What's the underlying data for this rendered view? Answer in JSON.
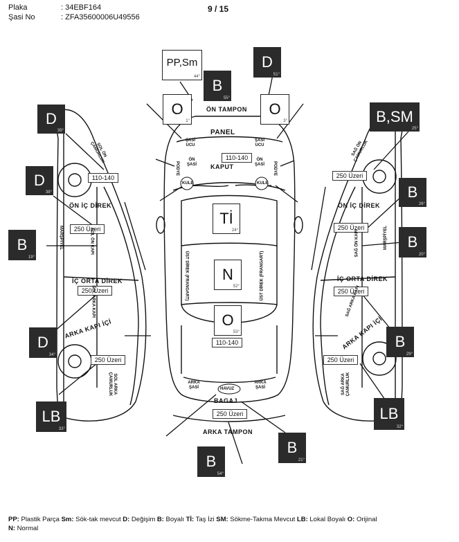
{
  "header": {
    "plate_label": "Plaka",
    "plate_value": ": 34EBF164",
    "chassis_label": "Şasi No",
    "chassis_value": ": ZFA35600006U49556",
    "page": "9 / 15"
  },
  "boxes": {
    "pp_sm": {
      "code": "PP,Sm",
      "deg": "44°"
    },
    "top_d": {
      "code": "D",
      "deg": "51°"
    },
    "top_b": {
      "code": "B",
      "deg": "55°"
    },
    "front_o_left": {
      "code": "O",
      "deg": "1°"
    },
    "front_o_right": {
      "code": "O",
      "deg": "3°"
    },
    "left_d_top": {
      "code": "D",
      "deg": "39°"
    },
    "left_d_wheel": {
      "code": "D",
      "deg": "38°"
    },
    "left_b": {
      "code": "B",
      "deg": "19°"
    },
    "left_d_lower": {
      "code": "D",
      "deg": "34°"
    },
    "left_lb": {
      "code": "LB",
      "deg": "33°"
    },
    "right_bsm": {
      "code": "B,SM",
      "deg": "25°"
    },
    "right_b1": {
      "code": "B",
      "deg": "26°"
    },
    "right_b2": {
      "code": "B",
      "deg": "20°"
    },
    "right_b3": {
      "code": "B",
      "deg": "29°"
    },
    "right_lb": {
      "code": "LB",
      "deg": "32°"
    },
    "roof_ti": {
      "code": "Tİ",
      "deg": "24°"
    },
    "roof_n": {
      "code": "N",
      "deg": "52°"
    },
    "trunk_o": {
      "code": "O",
      "deg": "53°"
    },
    "rear_b_right": {
      "code": "B",
      "deg": "21°"
    },
    "rear_b_bottom": {
      "code": "B",
      "deg": "54°"
    }
  },
  "values": {
    "kaput": "110-140",
    "left_front_fender": "110-140",
    "left_front_door": "250 Üzeri",
    "left_rear_door": "250 Üzeri",
    "left_rear_fender": "250 Üzeri",
    "right_front_fender": "250 Üzeri",
    "right_front_door": "250 Üzeri",
    "right_rear_door": "250 Üzeri",
    "right_rear_fender": "250 Üzeri",
    "trunk_lid": "110-140",
    "rear_bumper": "250 Üzeri"
  },
  "labels": {
    "on_tampon": "ÖN TAMPON",
    "panel": "PANEL",
    "kaput": "KAPUT",
    "sasi_ucu": "ŞASİ UCU",
    "on_sasi": "ÖN ŞASİ",
    "podye": "PODYE",
    "kule": "KULE",
    "on_ic_direk": "ÖN İÇ DİREK",
    "ic_orta_direk": "İÇ ORTA DİREK",
    "arka_kapi_ici": "ARKA KAPI İÇİ",
    "marspiyel": "MARŞPİYEL",
    "ust_direk_frangart": "ÜST DİREK (FRANGART)",
    "sol_on_kapi": "SOL ÖN KAPI",
    "sol_arka_kapi": "SOL ARKA KAPI",
    "sag_on_kapi": "SAĞ ÖN KAPI",
    "sag_arka_kapi": "SAĞ ARKA KAPI",
    "sol_on_camurluk": "SOL ÖN ÇAMURLUK",
    "sag_on_camurluk": "SAĞ ÖN ÇAMURLUK",
    "sol_arka_camurluk": "SOL ARKA ÇAMURLUK",
    "sag_arka_camurluk": "SAĞ ARKA ÇAMURLUK",
    "arka_sasi": "ARKA ŞASİ",
    "havuz": "HAVUZ",
    "bagaj": "BAGAJ",
    "arka_tampon": "ARKA TAMPON"
  },
  "legend": {
    "pp_key": "PP:",
    "pp_text": " Plastik Parça ",
    "sm_key": "Sm:",
    "sm_text": " Sök-tak mevcut ",
    "d_key": "D:",
    "d_text": " Değişim ",
    "b_key": "B:",
    "b_text": " Boyalı ",
    "ti_key": "Tİ:",
    "ti_text": " Taş İzi ",
    "sm2_key": "SM:",
    "sm2_text": " Sökme-Takma Mevcut ",
    "lb_key": "LB:",
    "lb_text": " Lokal Boyalı ",
    "o_key": "O:",
    "o_text": " Orijinal",
    "n_key": "N:",
    "n_text": " Normal"
  },
  "colors": {
    "dark_box": "#2b2b2b",
    "line": "#111111"
  }
}
